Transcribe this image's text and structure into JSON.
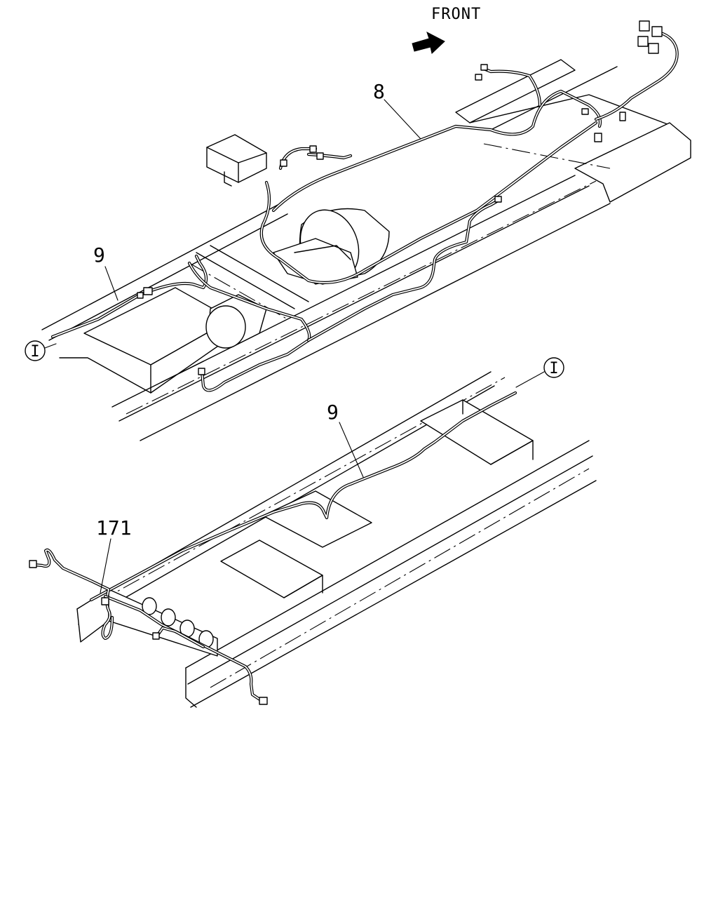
{
  "diagram": {
    "direction_label": "FRONT",
    "callouts": {
      "harness_8": "8",
      "harness_9_upper": "9",
      "harness_9_lower": "9",
      "harness_171": "171"
    },
    "connection_marker_left": "I",
    "connection_marker_right": "I"
  }
}
